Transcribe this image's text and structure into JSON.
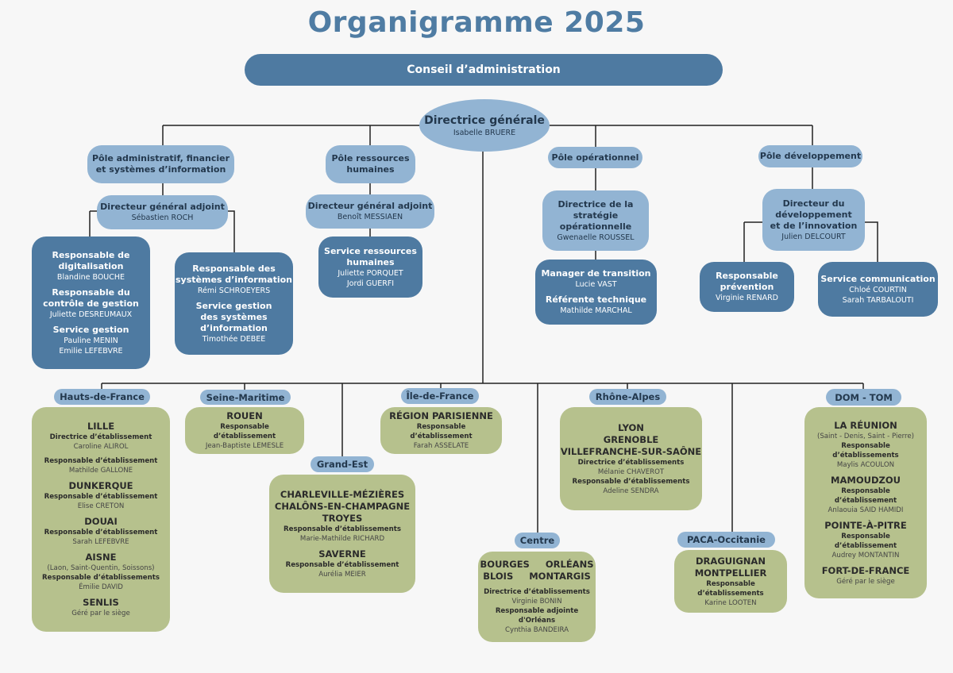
{
  "title": "Organigramme 2025",
  "conseil": "Conseil d’administration",
  "colors": {
    "title": "#4f7ca3",
    "dark_blue": "#4e7aa1",
    "light_blue": "#92b4d3",
    "green": "#b6c18d"
  },
  "boxes": [
    {
      "id": "dg",
      "style": "light",
      "groups": [
        [
          {
            "h": "Directrice générale"
          },
          {
            "n": "Isabelle BRUERE"
          }
        ]
      ]
    },
    {
      "id": "p_admin",
      "style": "light",
      "groups": [
        [
          {
            "h": "Pôle administratif, financier"
          },
          {
            "h": "et systèmes d’information"
          }
        ]
      ]
    },
    {
      "id": "p_rh",
      "style": "light",
      "groups": [
        [
          {
            "h": "Pôle ressources"
          },
          {
            "h": "humaines"
          }
        ]
      ]
    },
    {
      "id": "p_op",
      "style": "light",
      "groups": [
        [
          {
            "h": "Pôle opérationnel"
          }
        ]
      ]
    },
    {
      "id": "p_dev",
      "style": "light",
      "groups": [
        [
          {
            "h": "Pôle développement"
          }
        ]
      ]
    },
    {
      "id": "dga1",
      "style": "light",
      "groups": [
        [
          {
            "h": "Directeur général adjoint"
          },
          {
            "n": "Sébastien ROCH"
          }
        ]
      ]
    },
    {
      "id": "digi",
      "style": "dark",
      "groups": [
        [
          {
            "h": "Responsable de"
          },
          {
            "h": "digitalisation"
          },
          {
            "n": "Blandine BOUCHE"
          }
        ],
        [
          {
            "h": "Responsable du"
          },
          {
            "h": "contrôle de gestion"
          },
          {
            "n": "Juliette DESREUMAUX"
          }
        ],
        [
          {
            "h": "Service gestion"
          },
          {
            "n": "Pauline MENIN"
          },
          {
            "n": "Emilie LEFEBVRE"
          }
        ]
      ]
    },
    {
      "id": "si",
      "style": "dark",
      "groups": [
        [
          {
            "h": "Responsable des"
          },
          {
            "h": "systèmes d’information"
          },
          {
            "n": "Rémi SCHROEYERS"
          }
        ],
        [
          {
            "h": "Service gestion"
          },
          {
            "h": "des systèmes"
          },
          {
            "h": "d’information"
          },
          {
            "n": "Timothée DEBEE"
          }
        ]
      ]
    },
    {
      "id": "dga2",
      "style": "light",
      "groups": [
        [
          {
            "h": "Directeur général adjoint"
          },
          {
            "n": "Benoît MESSIAEN"
          }
        ]
      ]
    },
    {
      "id": "srh",
      "style": "dark",
      "groups": [
        [
          {
            "h": "Service ressources"
          },
          {
            "h": "humaines"
          },
          {
            "n": "Juliette PORQUET"
          },
          {
            "n": "Jordi GUERFI"
          }
        ]
      ]
    },
    {
      "id": "strat",
      "style": "light",
      "groups": [
        [
          {
            "h": "Directrice de la"
          },
          {
            "h": "stratégie"
          },
          {
            "h": "opérationnelle"
          },
          {
            "n": "Gwenaelle ROUSSEL"
          }
        ]
      ]
    },
    {
      "id": "manager",
      "style": "dark",
      "groups": [
        [
          {
            "h": "Manager de transition"
          },
          {
            "n": "Lucie VAST"
          }
        ],
        [
          {
            "h": "Référente technique"
          },
          {
            "n": "Mathilde MARCHAL"
          }
        ]
      ]
    },
    {
      "id": "devdir",
      "style": "light",
      "groups": [
        [
          {
            "h": "Directeur du"
          },
          {
            "h": "développement"
          },
          {
            "h": "et de l’innovation"
          },
          {
            "n": "Julien DELCOURT"
          }
        ]
      ]
    },
    {
      "id": "prev",
      "style": "dark",
      "groups": [
        [
          {
            "h": "Responsable"
          },
          {
            "h": "prévention"
          },
          {
            "n": "Virginie RENARD"
          }
        ]
      ]
    },
    {
      "id": "comm",
      "style": "dark",
      "groups": [
        [
          {
            "h": "Service communication"
          },
          {
            "n": "Chloé COURTIN"
          },
          {
            "n": "Sarah TARBALOUTI"
          }
        ]
      ]
    },
    {
      "id": "b_hdf",
      "style": "green",
      "groups": [
        [
          {
            "h": "LILLE"
          },
          {
            "r": "Directrice d’établissement"
          },
          {
            "n": "Caroline ALIROL"
          }
        ],
        [
          {
            "r": "Responsable d’établissement"
          },
          {
            "n": "Mathilde GALLONE"
          }
        ],
        [
          {
            "h": "DUNKERQUE"
          },
          {
            "r": "Responsable d’établissement"
          },
          {
            "n": "Elise CRETON"
          }
        ],
        [
          {
            "h": "DOUAI"
          },
          {
            "r": "Responsable d’établissement"
          },
          {
            "n": "Sarah LEFEBVRE"
          }
        ],
        [
          {
            "h": "AISNE"
          },
          {
            "sub": "(Laon, Saint-Quentin, Soissons)"
          },
          {
            "r": "Responsable d’établissements"
          },
          {
            "n": "Émilie DAVID"
          }
        ],
        [
          {
            "h": "SENLIS"
          },
          {
            "n": "Géré par le siège"
          }
        ]
      ]
    },
    {
      "id": "b_sm",
      "style": "green",
      "groups": [
        [
          {
            "h": "ROUEN"
          },
          {
            "r": "Responsable d’établissement"
          },
          {
            "n": "Jean-Baptiste LEMESLE"
          }
        ]
      ]
    },
    {
      "id": "b_ge",
      "style": "green",
      "groups": [
        [
          {
            "h": "CHARLEVILLE-MÉZIÈRES"
          },
          {
            "h": "CHALÔNS-EN-CHAMPAGNE"
          },
          {
            "h": "TROYES"
          },
          {
            "r": "Responsable d’établissements"
          },
          {
            "n": "Marie-Mathilde RICHARD"
          }
        ],
        [
          {
            "h": "SAVERNE"
          },
          {
            "r": "Responsable d’établissement"
          },
          {
            "n": "Aurélia MEIER"
          }
        ]
      ]
    },
    {
      "id": "b_idf",
      "style": "green",
      "groups": [
        [
          {
            "h": "RÉGION PARISIENNE"
          },
          {
            "r": "Responsable d’établissement"
          },
          {
            "n": "Farah ASSELATE"
          }
        ]
      ]
    },
    {
      "id": "b_ce",
      "style": "green",
      "groups": [
        [
          {
            "h": "BOURGES     ORLÉANS"
          },
          {
            "h": "BLOIS     MONTARGIS"
          }
        ],
        [
          {
            "r": "Directrice d’établissements"
          },
          {
            "n": "Virginie BONIN"
          },
          {
            "r": "Responsable adjointe d'Orléans"
          },
          {
            "n": "Cynthia BANDEIRA"
          }
        ]
      ]
    },
    {
      "id": "b_ra",
      "style": "green",
      "groups": [
        [
          {
            "h": "LYON"
          },
          {
            "h": "GRENOBLE"
          },
          {
            "h": "VILLEFRANCHE-SUR-SAÔNE"
          },
          {
            "r": "Directrice d’établissements"
          },
          {
            "n": "Mélanie CHAVEROT"
          },
          {
            "r": "Responsable d’établissements"
          },
          {
            "n": "Adeline SENDRA"
          }
        ]
      ]
    },
    {
      "id": "b_pa",
      "style": "green",
      "groups": [
        [
          {
            "h": "DRAGUIGNAN"
          },
          {
            "h": "MONTPELLIER"
          },
          {
            "r": "Responsable d’établissements"
          },
          {
            "n": "Karine LOOTEN"
          }
        ]
      ]
    },
    {
      "id": "b_dt",
      "style": "green",
      "groups": [
        [
          {
            "h": "LA RÉUNION"
          },
          {
            "sub": "(Saint - Denis, Saint - Pierre)"
          },
          {
            "r": "Responsable d’établissements"
          },
          {
            "n": "Maylis ACOULON"
          }
        ],
        [
          {
            "h": "MAMOUDZOU"
          },
          {
            "r": "Responsable d’établissement"
          },
          {
            "n": "Anlaouia SAID HAMIDI"
          }
        ],
        [
          {
            "h": "POINTE-À-PITRE"
          },
          {
            "r": "Responsable d’établissement"
          },
          {
            "n": "Audrey MONTANTIN"
          }
        ],
        [
          {
            "h": "FORT-DE-FRANCE"
          },
          {
            "n": "Géré par le siège"
          }
        ]
      ]
    }
  ],
  "regions": [
    {
      "id": "l_hdf",
      "label": "Hauts-de-France"
    },
    {
      "id": "l_sm",
      "label": "Seine-Maritime"
    },
    {
      "id": "l_ge",
      "label": "Grand-Est"
    },
    {
      "id": "l_idf",
      "label": "Île-de-France"
    },
    {
      "id": "l_ce",
      "label": "Centre"
    },
    {
      "id": "l_ra",
      "label": "Rhône-Alpes"
    },
    {
      "id": "l_pa",
      "label": "PACA-Occitanie"
    },
    {
      "id": "l_dt",
      "label": "DOM - TOM"
    }
  ]
}
